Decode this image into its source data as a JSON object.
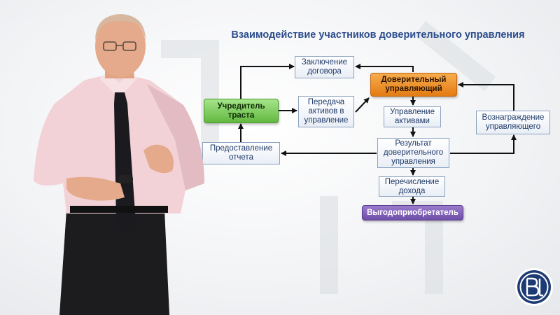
{
  "diagram": {
    "title": "Взаимодействие участников доверительного управления",
    "nodes": {
      "contract": "Заключение\nдоговора",
      "founder": "Учредитель\nтраста",
      "transfer": "Передача\nактивов в\nуправление",
      "trustee": "Доверительный\nуправляющий",
      "asset_management": "Управление\nактивами",
      "reward": "Вознаграждение\nуправляющего",
      "report": "Предоставление\nотчета",
      "result": "Результат\nдоверительного\nуправления",
      "income": "Перечисление\nдохода",
      "beneficiary": "Выгодоприобретатель"
    }
  },
  "colors": {
    "title": "#2b4c8c",
    "founder": "#63b840",
    "trustee": "#e37b12",
    "beneficiary": "#6f4ea8",
    "arrow": "#111111"
  },
  "logo": {
    "icon": "hse-university-logo-icon"
  }
}
